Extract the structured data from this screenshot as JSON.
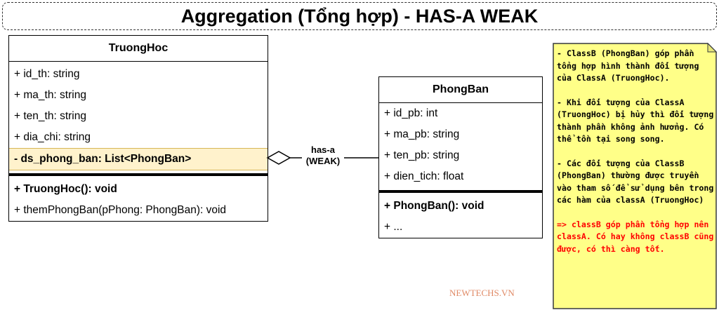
{
  "title": "Aggregation (Tổng hợp) - HAS-A WEAK",
  "classA": {
    "name": "TruongHoc",
    "attributes": [
      "+ id_th: string",
      "+ ma_th: string",
      "+ ten_th: string",
      "+ dia_chi: string"
    ],
    "highlighted_attribute": "- ds_phong_ban: List<PhongBan>",
    "methods": [
      "+ TruongHoc(): void",
      "+ themPhongBan(pPhong: PhongBan): void"
    ]
  },
  "classB": {
    "name": "PhongBan",
    "attributes": [
      "+ id_pb: int",
      "+ ma_pb: string",
      "+ ten_pb: string",
      "+ dien_tich: float"
    ],
    "methods": [
      "+ PhongBan(): void",
      "+ ..."
    ]
  },
  "relation": {
    "line1": "has-a",
    "line2": "(WEAK)"
  },
  "note": {
    "p1": "- ClassB (PhongBan) góp phần tổng hợp hình thành đối tượng của ClassA (TruongHoc).",
    "p2": "- Khi đối tượng của ClassA (TruongHoc) bị hủy thì đối tượng thành phần không ảnh hưởng. Có thể tồn tại song song.",
    "p3": "- Các đối tượng của ClassB (PhongBan) thường được truyền vào tham số để sử dụng bên trong các hàm của classA (TruongHoc)",
    "p4": "=> classB góp phần tổng hợp nên classA. Có hay không classB cũng được, có thì càng tốt."
  },
  "watermark": "NEWTECHS.VN",
  "colors": {
    "note_fill": "#ffff88",
    "highlight": "#fff2cc",
    "conclusion": "#ff0000"
  }
}
